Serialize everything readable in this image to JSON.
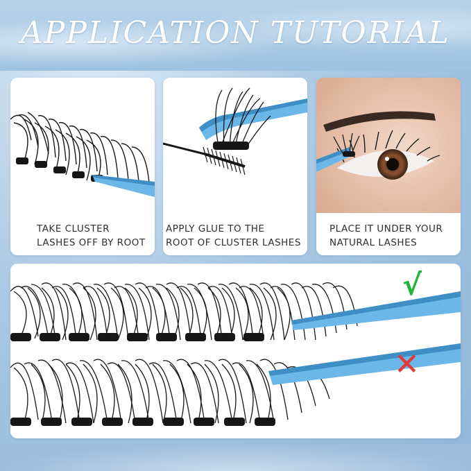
{
  "header": {
    "title": "APPLICATION TUTORIAL"
  },
  "steps": [
    {
      "line1": "TAKE CLUSTER",
      "line2": "LASHES OFF BY ROOT",
      "image_icon": "lash-tweezer-icon"
    },
    {
      "line1": "APPLY GLUE TO THE",
      "line2": "ROOT OF CLUSTER LASHES",
      "image_icon": "glue-wand-icon"
    },
    {
      "line1": "PLACE IT UNDER YOUR",
      "line2": "NATURAL LASHES",
      "image_icon": "eye-icon"
    }
  ],
  "comparison": {
    "correct_mark": "√",
    "wrong_mark": "✕",
    "correct_color": "#22b43a",
    "wrong_color": "#e23a3a"
  },
  "colors": {
    "tweezer": "#6bb7e8",
    "tweezer_dark": "#3f8fc6",
    "lash": "#161616",
    "background": "#a9c8e3"
  }
}
